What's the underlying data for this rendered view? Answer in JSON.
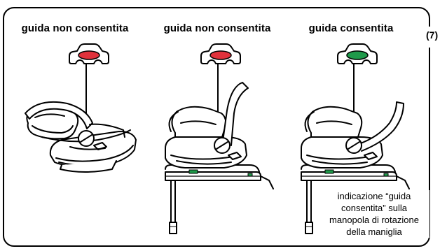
{
  "figure": {
    "number_label": "(7)",
    "panels": [
      {
        "title": "guida non consentita",
        "indicator_state": "red"
      },
      {
        "title": "guida non consentita",
        "indicator_state": "red"
      },
      {
        "title": "guida consentita",
        "indicator_state": "green"
      }
    ],
    "note_lines": [
      "indicazione “guida",
      "consentita” sulla",
      "manopola di rotazione",
      "della maniglia"
    ]
  },
  "colors": {
    "red": "#e0313b",
    "green": "#1f9a4a",
    "line": "#000000",
    "paper": "#ffffff"
  }
}
